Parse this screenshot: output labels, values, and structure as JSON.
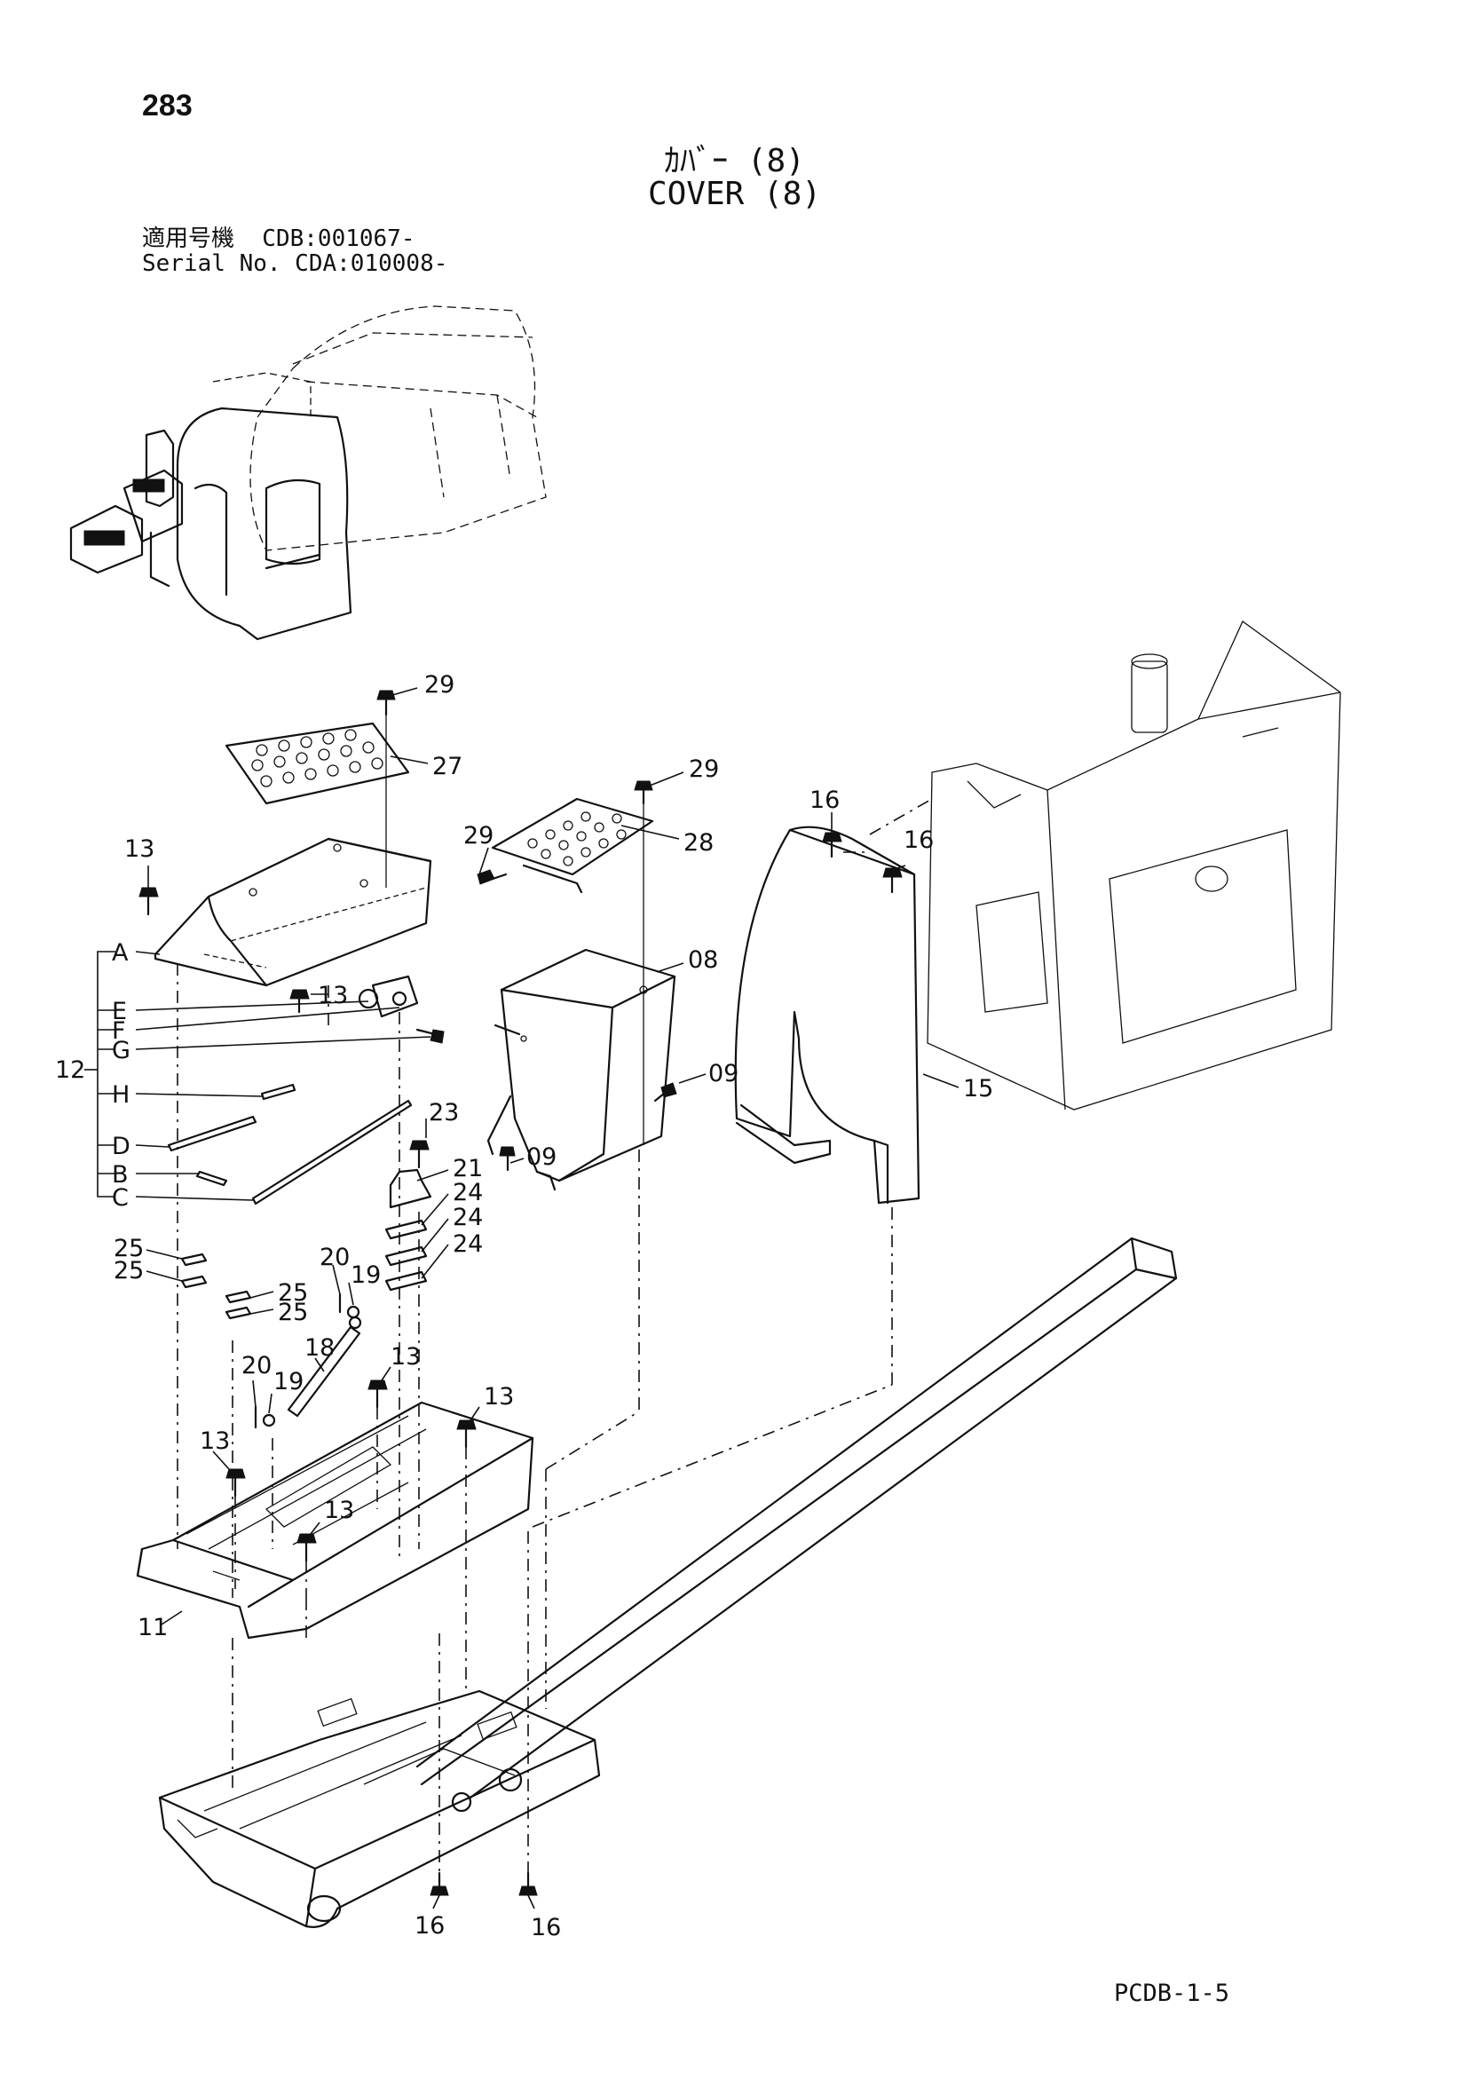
{
  "header": {
    "page_number": "283",
    "title_jp": "ｶﾊﾞｰ (8)",
    "title_en": "COVER (8)",
    "serial_line1": "適用号機  CDB:001067-",
    "serial_line2": "Serial No. CDA:010008-"
  },
  "footer": {
    "doc_code": "PCDB-1-5"
  },
  "part_labels": {
    "p29a": "29",
    "p27": "27",
    "p29b": "29",
    "p29c": "29",
    "p28": "28",
    "p16a": "16",
    "p16b": "16",
    "p13a": "13",
    "p13b": "13",
    "pA": "A",
    "pE": "E",
    "pF": "F",
    "pG": "G",
    "p12": "12",
    "pH": "H",
    "pD": "D",
    "pB": "B",
    "pC": "C",
    "p08": "08",
    "p09a": "09",
    "p09b": "09",
    "p15": "15",
    "p23": "23",
    "p21": "21",
    "p24a": "24",
    "p24b": "24",
    "p24c": "24",
    "p25a": "25",
    "p25b": "25",
    "p25c": "25",
    "p25d": "25",
    "p20a": "20",
    "p19a": "19",
    "p18": "18",
    "p20b": "20",
    "p19b": "19",
    "p13c": "13",
    "p13d": "13",
    "p13e": "13",
    "p13f": "13",
    "p11": "11",
    "p16c": "16",
    "p16d": "16"
  }
}
